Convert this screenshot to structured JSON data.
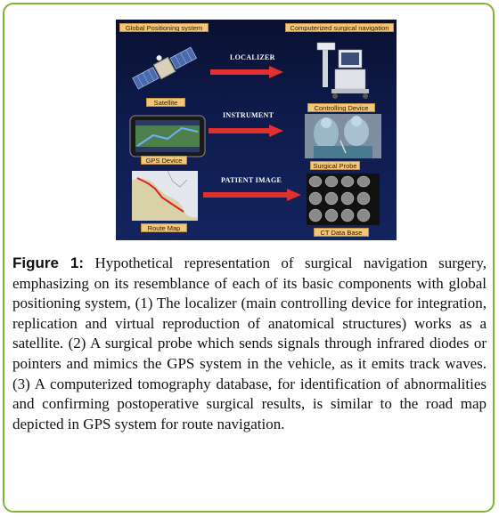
{
  "figure": {
    "left_header": "Global Positioning system",
    "right_header": "Computerized surgical navigation",
    "rows": [
      {
        "arrow_label": "LOCALIZER",
        "left_label": "Satellite",
        "right_label": "Controlling Device",
        "left_icon": "satellite-icon",
        "right_icon": "controlling-device-icon"
      },
      {
        "arrow_label": "INSTRUMENT",
        "left_label": "GPS Device",
        "right_label": "Surgical Probe",
        "left_icon": "gps-device-icon",
        "right_icon": "surgical-probe-icon"
      },
      {
        "arrow_label": "PATIENT IMAGE",
        "left_label": "Route Map",
        "right_label": "CT Data Base",
        "left_icon": "route-map-icon",
        "right_icon": "ct-scan-icon"
      }
    ],
    "colors": {
      "background": "#0d1a4a",
      "label_fill": "#f2c77a",
      "arrow": "#e03030",
      "frame": "#7fb23a"
    }
  },
  "caption": {
    "label": "Figure 1:",
    "text": "Hypothetical representation of surgical navigation surgery, emphasizing on its resemblance of each of its basic components with global positioning system, (1) The localizer (main controlling device for integration, replication and virtual reproduction of anatomical structures) works as a satellite. (2) A surgical probe which sends signals through infrared diodes or pointers and mimics the GPS system in the vehicle, as it emits track waves. (3) A computerized tomography database, for identification of abnormalities and confirming postoperative surgical results, is similar to the road map depicted in GPS system for route navigation."
  }
}
